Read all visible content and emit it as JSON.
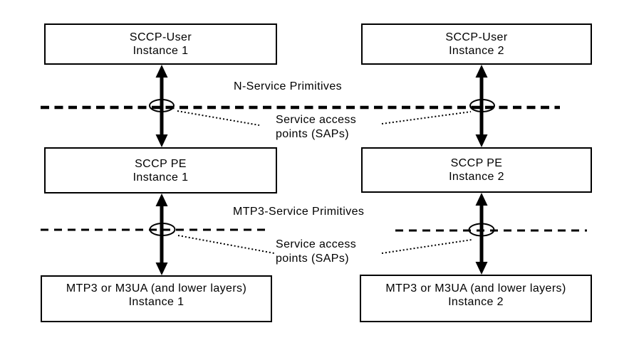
{
  "diagram": {
    "boxes": {
      "sccp_user_1": {
        "line1": "SCCP-User",
        "line2": "Instance 1"
      },
      "sccp_user_2": {
        "line1": "SCCP-User",
        "line2": "Instance 2"
      },
      "sccp_pe_1": {
        "line1": "SCCP PE",
        "line2": "Instance 1"
      },
      "sccp_pe_2": {
        "line1": "SCCP PE",
        "line2": "Instance 2"
      },
      "mtp3_1": {
        "line1": "MTP3 or M3UA (and lower layers)",
        "line2": "Instance 1"
      },
      "mtp3_2": {
        "line1": "MTP3 or M3UA (and lower layers)",
        "line2": "Instance 2"
      }
    },
    "labels": {
      "n_service_primitives": "N-Service Primitives",
      "mtp3_service_primitives": "MTP3-Service Primitives",
      "sap_upper": {
        "line1": "Service access",
        "line2": "points (SAPs)"
      },
      "sap_lower": {
        "line1": "Service access",
        "line2": "points (SAPs)"
      }
    },
    "colors": {
      "ink": "#000000",
      "background": "#ffffff"
    }
  }
}
